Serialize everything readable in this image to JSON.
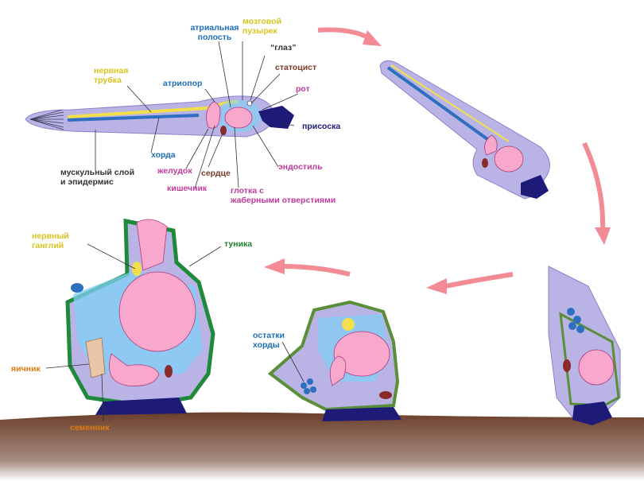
{
  "colors": {
    "tunic": "#5a8f3a",
    "body": "#b9b3e6",
    "notochord": "#2f6fc0",
    "nerve": "#f2e04a",
    "pharynx": "#f7a8cc",
    "stomach": "#e85d9b",
    "heart": "#8b2a2a",
    "sucker": "#1e1a78",
    "atrium": "#7fd0f5",
    "arrow": "#f28b94",
    "ground": "#6b3f2a",
    "label_blue": "#1f6fb5",
    "label_yellow": "#d6c31d",
    "label_magenta": "#c2399b",
    "label_dark": "#333333",
    "label_green": "#1f7d2e",
    "label_orange": "#e07a10",
    "label_brown": "#7a3b2a"
  },
  "labels": {
    "atrial_cavity": "атриальная полость",
    "brain_vesicle": "мозговой пузырек",
    "eye": "“глаз”",
    "statocyst": "статоцист",
    "mouth": "рот",
    "nerve_tube": "нервная трубка",
    "atriopore": "атриопор",
    "sucker": "присоска",
    "notochord": "хорда",
    "muscle_layer": "мускульный слой и эпидермис",
    "stomach": "желудок",
    "heart": "сердце",
    "endostyle": "эндостиль",
    "intestine": "кишечник",
    "pharynx": "глотка с жаберными отверстиями",
    "nerve_ganglion": "нервный ганглий",
    "tunic": "туника",
    "notochord_remains": "остатки хорды",
    "ovary": "яичник",
    "testis": "семенник"
  }
}
